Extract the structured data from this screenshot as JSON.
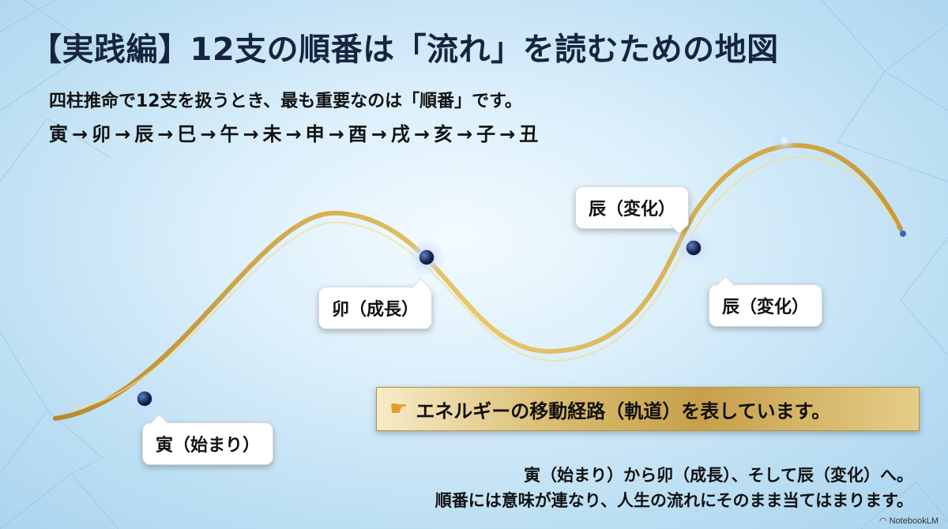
{
  "slide": {
    "title": "【実践編】12支の順番は「流れ」を読むための地図",
    "intro": "四柱推命で12支を扱うとき、最も重要なのは「順番」です。",
    "sequence": [
      "寅",
      "卯",
      "辰",
      "巳",
      "午",
      "未",
      "申",
      "酉",
      "戌",
      "亥",
      "子",
      "丑"
    ],
    "sequence_separator": "→",
    "labels": {
      "start": "寅（始まり）",
      "growth": "卯（成長）",
      "change_top": "辰（変化）",
      "change_right": "辰（変化）"
    },
    "highlight": "エネルギーの移動経路（軌道）を表しています。",
    "conclusion": [
      "寅（始まり）から卯（成長）、そして辰（変化）へ。",
      "順番には意味が連なり、人生の流れにそのまま当てはまります。"
    ],
    "watermark": "NotebookLM"
  },
  "icons": {
    "pointer": "pointing-hand-icon",
    "watermark": "notebooklm-logo-icon"
  },
  "colors": {
    "gold": "#c9a13f",
    "node": "#1b2f66",
    "title": "#16243f"
  }
}
